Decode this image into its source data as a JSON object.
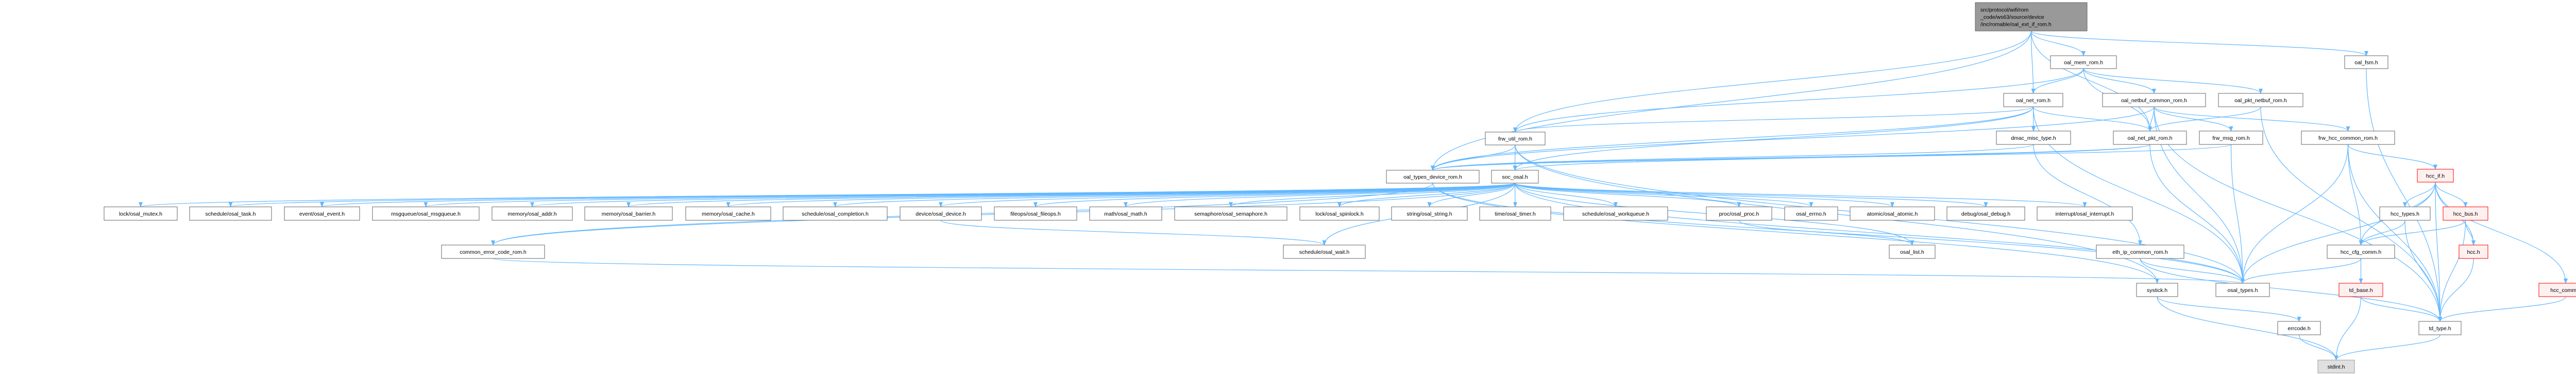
{
  "graph": {
    "title": "Include dependency graph for oal_ext_if_rom.h",
    "colors": {
      "edge": "#63b8ff",
      "root_fill": "#999999",
      "node_border": "#666666",
      "error_fill": "#fff0f0",
      "error_border": "#ff0000",
      "system_fill": "#e0e0e0"
    },
    "nodes": [
      {
        "id": "main",
        "label": [
          "src/protocol/wifi/rom",
          "_code/ws63/source/device",
          "/inc/romable/oal_ext_if_rom.h"
        ],
        "kind": "root"
      },
      {
        "id": "oal_mem_rom",
        "label": [
          "oal_mem_rom.h"
        ]
      },
      {
        "id": "oal_fsm",
        "label": [
          "oal_fsm.h"
        ]
      },
      {
        "id": "oal_net_rom",
        "label": [
          "oal_net_rom.h"
        ]
      },
      {
        "id": "oal_netbuf_common_rom",
        "label": [
          "oal_netbuf_common_rom.h"
        ]
      },
      {
        "id": "oal_pkt_netbuf_rom",
        "label": [
          "oal_pkt_netbuf_rom.h"
        ]
      },
      {
        "id": "frw_util_rom",
        "label": [
          "frw_util_rom.h"
        ]
      },
      {
        "id": "dmac_misc_type",
        "label": [
          "dmac_misc_type.h"
        ]
      },
      {
        "id": "oal_net_pkt_rom",
        "label": [
          "oal_net_pkt_rom.h"
        ]
      },
      {
        "id": "frw_msg_rom",
        "label": [
          "frw_msg_rom.h"
        ]
      },
      {
        "id": "frw_hcc_common_rom",
        "label": [
          "frw_hcc_common_rom.h"
        ]
      },
      {
        "id": "oal_types_device_rom",
        "label": [
          "oal_types_device_rom.h"
        ]
      },
      {
        "id": "soc_osal",
        "label": [
          "soc_osal.h"
        ]
      },
      {
        "id": "hcc_if",
        "label": [
          "hcc_if.h"
        ],
        "kind": "error"
      },
      {
        "id": "osal_mutex",
        "label": [
          "lock/osal_mutex.h"
        ]
      },
      {
        "id": "osal_task",
        "label": [
          "schedule/osal_task.h"
        ]
      },
      {
        "id": "osal_event",
        "label": [
          "event/osal_event.h"
        ]
      },
      {
        "id": "osal_msgqueue",
        "label": [
          "msgqueue/osal_msgqueue.h"
        ]
      },
      {
        "id": "osal_addr",
        "label": [
          "memory/osal_addr.h"
        ]
      },
      {
        "id": "osal_barrier",
        "label": [
          "memory/osal_barrier.h"
        ]
      },
      {
        "id": "osal_cache",
        "label": [
          "memory/osal_cache.h"
        ]
      },
      {
        "id": "osal_completion",
        "label": [
          "schedule/osal_completion.h"
        ]
      },
      {
        "id": "osal_device",
        "label": [
          "device/osal_device.h"
        ]
      },
      {
        "id": "osal_fileops",
        "label": [
          "fileops/osal_fileops.h"
        ]
      },
      {
        "id": "osal_math",
        "label": [
          "math/osal_math.h"
        ]
      },
      {
        "id": "osal_semaphore",
        "label": [
          "semaphore/osal_semaphore.h"
        ]
      },
      {
        "id": "osal_spinlock",
        "label": [
          "lock/osal_spinlock.h"
        ]
      },
      {
        "id": "osal_string",
        "label": [
          "string/osal_string.h"
        ]
      },
      {
        "id": "osal_timer",
        "label": [
          "time/osal_timer.h"
        ]
      },
      {
        "id": "osal_workqueue",
        "label": [
          "schedule/osal_workqueue.h"
        ]
      },
      {
        "id": "osal_proc",
        "label": [
          "proc/osal_proc.h"
        ]
      },
      {
        "id": "osal_errno",
        "label": [
          "osal_errno.h"
        ]
      },
      {
        "id": "osal_atomic",
        "label": [
          "atomic/osal_atomic.h"
        ]
      },
      {
        "id": "osal_debug",
        "label": [
          "debug/osal_debug.h"
        ]
      },
      {
        "id": "osal_interrupt",
        "label": [
          "interrupt/osal_interrupt.h"
        ]
      },
      {
        "id": "hcc_types",
        "label": [
          "hcc_types.h"
        ]
      },
      {
        "id": "hcc_bus",
        "label": [
          "hcc_bus.h"
        ],
        "kind": "error"
      },
      {
        "id": "common_error_code_rom",
        "label": [
          "common_error_code_rom.h"
        ]
      },
      {
        "id": "osal_wait",
        "label": [
          "schedule/osal_wait.h"
        ]
      },
      {
        "id": "osal_list",
        "label": [
          "osal_list.h"
        ]
      },
      {
        "id": "eth_ip_common_rom",
        "label": [
          "eth_ip_common_rom.h"
        ]
      },
      {
        "id": "hcc_cfg_comm",
        "label": [
          "hcc_cfg_comm.h"
        ]
      },
      {
        "id": "hcc",
        "label": [
          "hcc.h"
        ],
        "kind": "error"
      },
      {
        "id": "systick",
        "label": [
          "systick.h"
        ]
      },
      {
        "id": "osal_types",
        "label": [
          "osal_types.h"
        ]
      },
      {
        "id": "td_base",
        "label": [
          "td_base.h"
        ],
        "kind": "error"
      },
      {
        "id": "hcc_comm",
        "label": [
          "hcc_comm.h"
        ],
        "kind": "error"
      },
      {
        "id": "errcode",
        "label": [
          "errcode.h"
        ]
      },
      {
        "id": "td_type",
        "label": [
          "td_type.h"
        ]
      },
      {
        "id": "stdint",
        "label": [
          "stdint.h"
        ],
        "kind": "system"
      }
    ],
    "edges": [
      [
        "main",
        "oal_mem_rom"
      ],
      [
        "main",
        "oal_net_rom"
      ],
      [
        "main",
        "oal_fsm"
      ],
      [
        "main",
        "frw_util_rom"
      ],
      [
        "main",
        "oal_types_device_rom"
      ],
      [
        "main",
        "oal_net_pkt_rom"
      ],
      [
        "oal_mem_rom",
        "oal_net_rom"
      ],
      [
        "oal_mem_rom",
        "oal_net_pkt_rom"
      ],
      [
        "oal_mem_rom",
        "oal_netbuf_common_rom"
      ],
      [
        "oal_mem_rom",
        "oal_pkt_netbuf_rom"
      ],
      [
        "oal_mem_rom",
        "frw_util_rom"
      ],
      [
        "oal_net_rom",
        "dmac_misc_type"
      ],
      [
        "oal_net_rom",
        "oal_net_pkt_rom"
      ],
      [
        "oal_net_rom",
        "frw_util_rom"
      ],
      [
        "oal_net_rom",
        "oal_types_device_rom"
      ],
      [
        "oal_net_rom",
        "soc_osal"
      ],
      [
        "oal_net_rom",
        "osal_types"
      ],
      [
        "oal_netbuf_common_rom",
        "oal_net_pkt_rom"
      ],
      [
        "oal_netbuf_common_rom",
        "frw_msg_rom"
      ],
      [
        "oal_netbuf_common_rom",
        "frw_hcc_common_rom"
      ],
      [
        "oal_netbuf_common_rom",
        "oal_types_device_rom"
      ],
      [
        "oal_netbuf_common_rom",
        "osal_types"
      ],
      [
        "oal_netbuf_common_rom",
        "td_type"
      ],
      [
        "oal_pkt_netbuf_rom",
        "oal_net_pkt_rom"
      ],
      [
        "oal_pkt_netbuf_rom",
        "td_type"
      ],
      [
        "dmac_misc_type",
        "oal_types_device_rom"
      ],
      [
        "dmac_misc_type",
        "eth_ip_common_rom"
      ],
      [
        "oal_net_pkt_rom",
        "oal_types_device_rom"
      ],
      [
        "oal_net_pkt_rom",
        "soc_osal"
      ],
      [
        "oal_net_pkt_rom",
        "osal_types"
      ],
      [
        "frw_msg_rom",
        "oal_types_device_rom"
      ],
      [
        "frw_msg_rom",
        "osal_types"
      ],
      [
        "frw_hcc_common_rom",
        "hcc_if"
      ],
      [
        "frw_hcc_common_rom",
        "hcc_cfg_comm"
      ],
      [
        "frw_hcc_common_rom",
        "osal_types"
      ],
      [
        "frw_hcc_common_rom",
        "td_type"
      ],
      [
        "hcc_if",
        "hcc_types"
      ],
      [
        "hcc_if",
        "hcc_bus"
      ],
      [
        "hcc_if",
        "hcc_cfg_comm"
      ],
      [
        "hcc_if",
        "hcc"
      ],
      [
        "hcc_if",
        "hcc_comm"
      ],
      [
        "hcc_if",
        "td_type"
      ],
      [
        "hcc_if",
        "osal_types"
      ],
      [
        "hcc_types",
        "hcc_cfg_comm"
      ],
      [
        "hcc_types",
        "td_type"
      ],
      [
        "hcc_bus",
        "hcc_cfg_comm"
      ],
      [
        "hcc_bus",
        "hcc"
      ],
      [
        "hcc_bus",
        "td_type"
      ],
      [
        "hcc",
        "td_type"
      ],
      [
        "hcc_cfg_comm",
        "td_base"
      ],
      [
        "hcc_cfg_comm",
        "osal_types"
      ],
      [
        "td_base",
        "td_type"
      ],
      [
        "td_base",
        "stdint"
      ],
      [
        "hcc_comm",
        "td_type"
      ],
      [
        "td_type",
        "stdint"
      ],
      [
        "errcode",
        "stdint"
      ],
      [
        "systick",
        "errcode"
      ],
      [
        "systick",
        "stdint"
      ],
      [
        "eth_ip_common_rom",
        "osal_types"
      ],
      [
        "eth_ip_common_rom",
        "td_type"
      ],
      [
        "oal_fsm",
        "td_type"
      ],
      [
        "frw_util_rom",
        "oal_types_device_rom"
      ],
      [
        "frw_util_rom",
        "soc_osal"
      ],
      [
        "frw_util_rom",
        "systick"
      ],
      [
        "frw_util_rom",
        "osal_types"
      ],
      [
        "oal_types_device_rom",
        "osal_types"
      ],
      [
        "oal_types_device_rom",
        "systick"
      ],
      [
        "oal_types_device_rom",
        "common_error_code_rom"
      ],
      [
        "soc_osal",
        "osal_mutex"
      ],
      [
        "soc_osal",
        "osal_task"
      ],
      [
        "soc_osal",
        "osal_event"
      ],
      [
        "soc_osal",
        "osal_msgqueue"
      ],
      [
        "soc_osal",
        "osal_addr"
      ],
      [
        "soc_osal",
        "osal_barrier"
      ],
      [
        "soc_osal",
        "osal_cache"
      ],
      [
        "soc_osal",
        "osal_completion"
      ],
      [
        "soc_osal",
        "osal_device"
      ],
      [
        "soc_osal",
        "osal_fileops"
      ],
      [
        "soc_osal",
        "osal_math"
      ],
      [
        "soc_osal",
        "osal_semaphore"
      ],
      [
        "soc_osal",
        "osal_spinlock"
      ],
      [
        "soc_osal",
        "osal_string"
      ],
      [
        "soc_osal",
        "osal_timer"
      ],
      [
        "soc_osal",
        "osal_workqueue"
      ],
      [
        "soc_osal",
        "osal_proc"
      ],
      [
        "soc_osal",
        "osal_errno"
      ],
      [
        "soc_osal",
        "osal_atomic"
      ],
      [
        "soc_osal",
        "osal_debug"
      ],
      [
        "soc_osal",
        "osal_interrupt"
      ],
      [
        "soc_osal",
        "osal_wait"
      ],
      [
        "soc_osal",
        "osal_list"
      ],
      [
        "soc_osal",
        "osal_types"
      ],
      [
        "soc_osal",
        "common_error_code_rom"
      ],
      [
        "osal_device",
        "osal_wait"
      ],
      [
        "osal_proc",
        "osal_list"
      ],
      [
        "common_error_code_rom",
        "osal_types"
      ]
    ]
  }
}
